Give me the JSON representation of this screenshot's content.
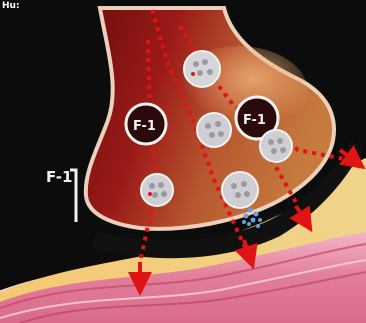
{
  "diagram": {
    "label_top": "Hu:",
    "label_left": "F-1",
    "label_vesicle_a": "F-1",
    "label_vesicle_b": "F-1",
    "colors": {
      "background": "#0c0c0c",
      "terminal": "#8c1414",
      "terminal_edge": "#e9c9b4",
      "arrows": "#e01414",
      "vesicle": "#d9d9d9",
      "vesicle_dots": "#9a9aa3",
      "membrane_yellow": "#f0c86a",
      "tissue_pink": "#e99ab0",
      "release_dots": "#6d9fd6"
    }
  }
}
